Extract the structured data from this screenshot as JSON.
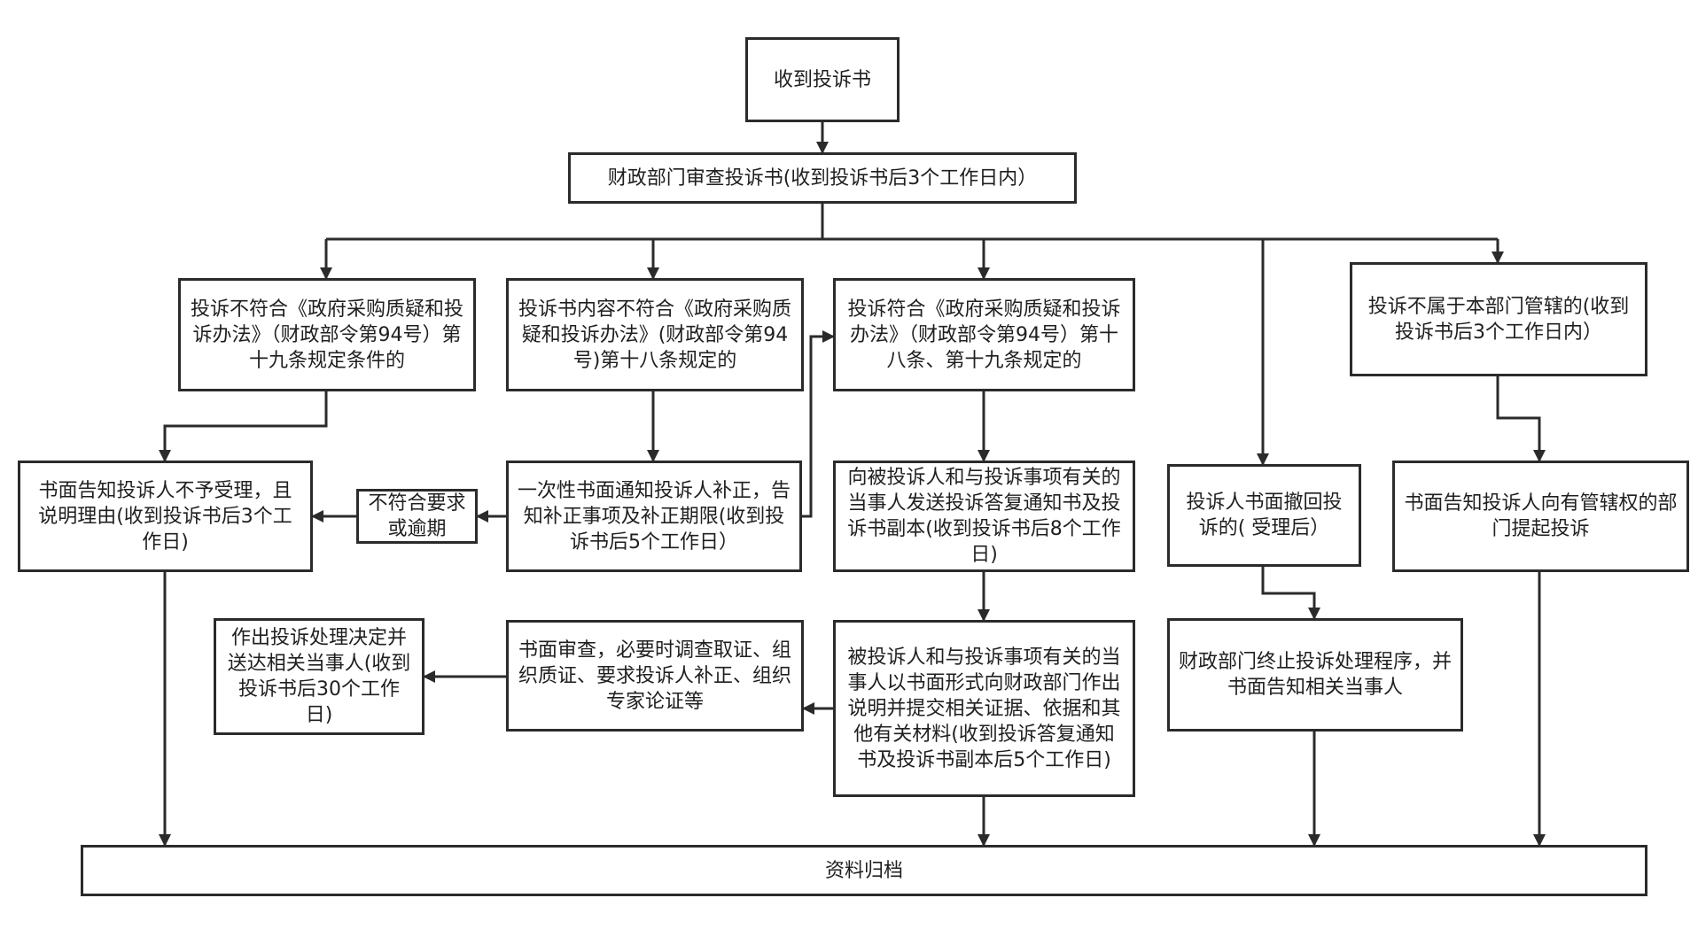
{
  "colors": {
    "line": "#2b2b2b",
    "text": "#1f1f1f",
    "box_fill": "#ffffff"
  },
  "nodes": {
    "receive": "收到投诉书",
    "review": "财政部门审查投诉书(收到投诉书后3个工作日内）",
    "fail_art19": "投诉不符合《政府采购质疑和投诉办法》（财政部令第94号）第十九条规定条件的",
    "fail_art18": "投诉书内容不符合《政府采购质疑和投诉办法》(财政部令第94号)第十八条规定的",
    "meet_rules": "投诉符合《政府采购质疑和投诉办法》（财政部令第94号）第十八条、第十九条规定的",
    "not_jurisdiction": "投诉不属于本部门管辖的(收到投诉书后3个工作日内）",
    "reject_notice": "书面告知投诉人不予受理，且说明理由(收到投诉书后3个工作日)",
    "not_meet_overdue": "不符合要求或逾期",
    "supplement_notice": "一次性书面通知投诉人补正，告知补正事项及补正期限(收到投诉书后5个工作日）",
    "send_reply_notice": "向被投诉人和与投诉事项有关的当事人发送投诉答复通知书及投诉书副本(收到投诉书后8个工作日)",
    "withdraw": "投诉人书面撤回投诉的( 受理后）",
    "refer_notice": "书面告知投诉人向有管辖权的部门提起投诉",
    "decision": "作出投诉处理决定并送达相关当事人(收到投诉书后30个工作日)",
    "written_review": "书面审查，必要时调查取证、组织质证、要求投诉人补正、组织专家论证等",
    "respondent_reply": "被投诉人和与投诉事项有关的当事人以书面形式向财政部门作出说明并提交相关证据、依据和其他有关材料(收到投诉答复通知书及投诉书副本后5个工作日)",
    "terminate": "财政部门终止投诉处理程序，并书面告知相关当事人",
    "archive": "资料归档"
  }
}
